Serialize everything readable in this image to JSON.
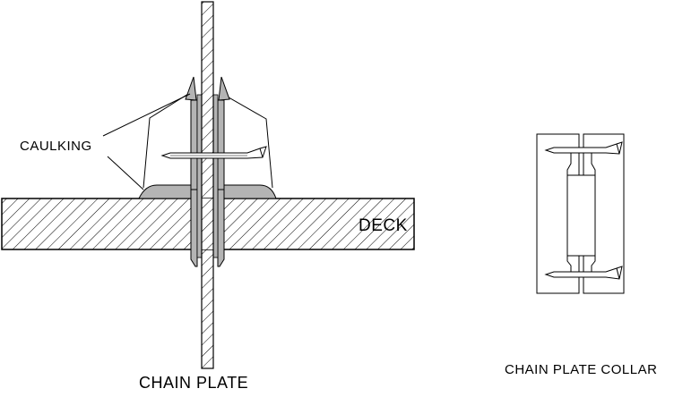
{
  "labels": {
    "caulking": "CAULKING",
    "deck": "DECK",
    "chain_plate": "CHAIN PLATE",
    "chain_plate_collar": "CHAIN PLATE COLLAR"
  },
  "colors": {
    "line": "#000000",
    "caulk_fill": "#b4b4b4",
    "background": "#ffffff"
  }
}
